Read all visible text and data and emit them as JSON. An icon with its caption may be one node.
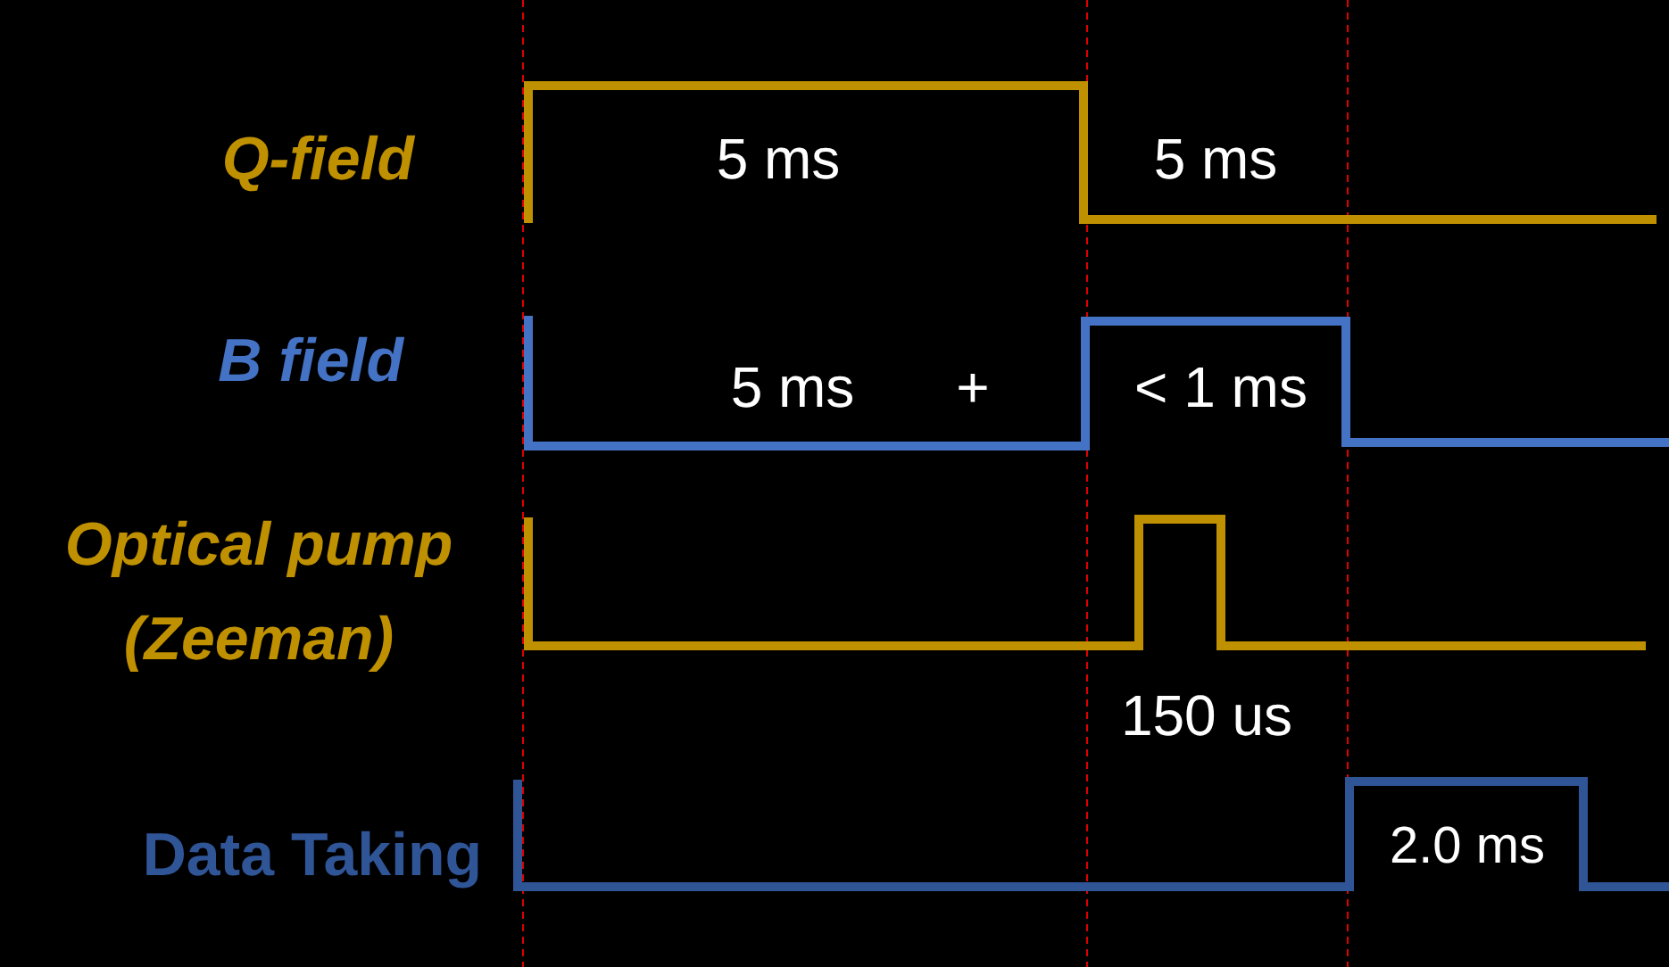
{
  "diagram": {
    "labels": [
      "Q-field",
      "5 ms",
      "5 ms",
      "B field",
      "5 ms",
      "+",
      "< 1 ms",
      "Optical pump (Zeeman)",
      "150 us",
      "Data Taking",
      "2.0 ms"
    ]
  }
}
